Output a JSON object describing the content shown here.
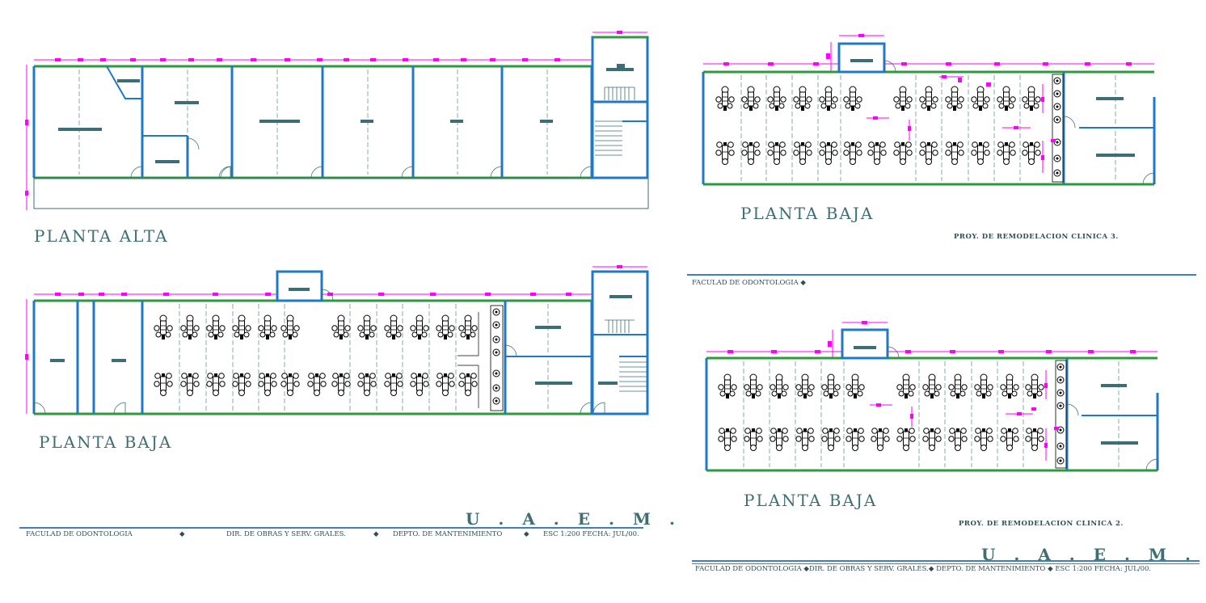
{
  "labels": {
    "planta_alta": "PLANTA ALTA",
    "planta_baja_1": "PLANTA BAJA",
    "planta_baja_2": "PLANTA BAJA",
    "planta_baja_3": "PLANTA BAJA",
    "proj_1": "PROY. DE REMODELACION CLINICA 3.",
    "proj_2": "PROY. DE REMODELACION CLINICA 2.",
    "facultad_top": "FACULAD DE ODONTOLOGIA",
    "uaem": "U . A . E . M .",
    "footer_left": {
      "facultad": "FACULAD DE ODONTOLOGIA",
      "dir": "DIR. DE OBRAS Y SERV.  GRALES.",
      "depto": "DEPTO. DE MANTENIMIENTO",
      "esc": "ESC 1:200 FECHA: JUL/00."
    },
    "footer_right": {
      "facultad": "FACULAD DE ODONTOLOGIA",
      "dir": "DIR. DE OBRAS Y SERV.  GRALES.",
      "depto": "DEPTO. DE MANTENIMIENTO",
      "esc": "ESC 1:200 FECHA: JUL/00."
    },
    "bullet": "◆"
  },
  "colors": {
    "wall_blue": "#1f78c8",
    "wall_green": "#2e9a3e",
    "dimension_magenta": "#ff00ff",
    "furniture_teal": "#3b6e77",
    "text_teal": "#3f6f73",
    "rule_blue": "#3d7fc0"
  },
  "icons": [
    "dental-chair-icon",
    "door-swing-icon",
    "stair-icon",
    "sink-icon"
  ]
}
